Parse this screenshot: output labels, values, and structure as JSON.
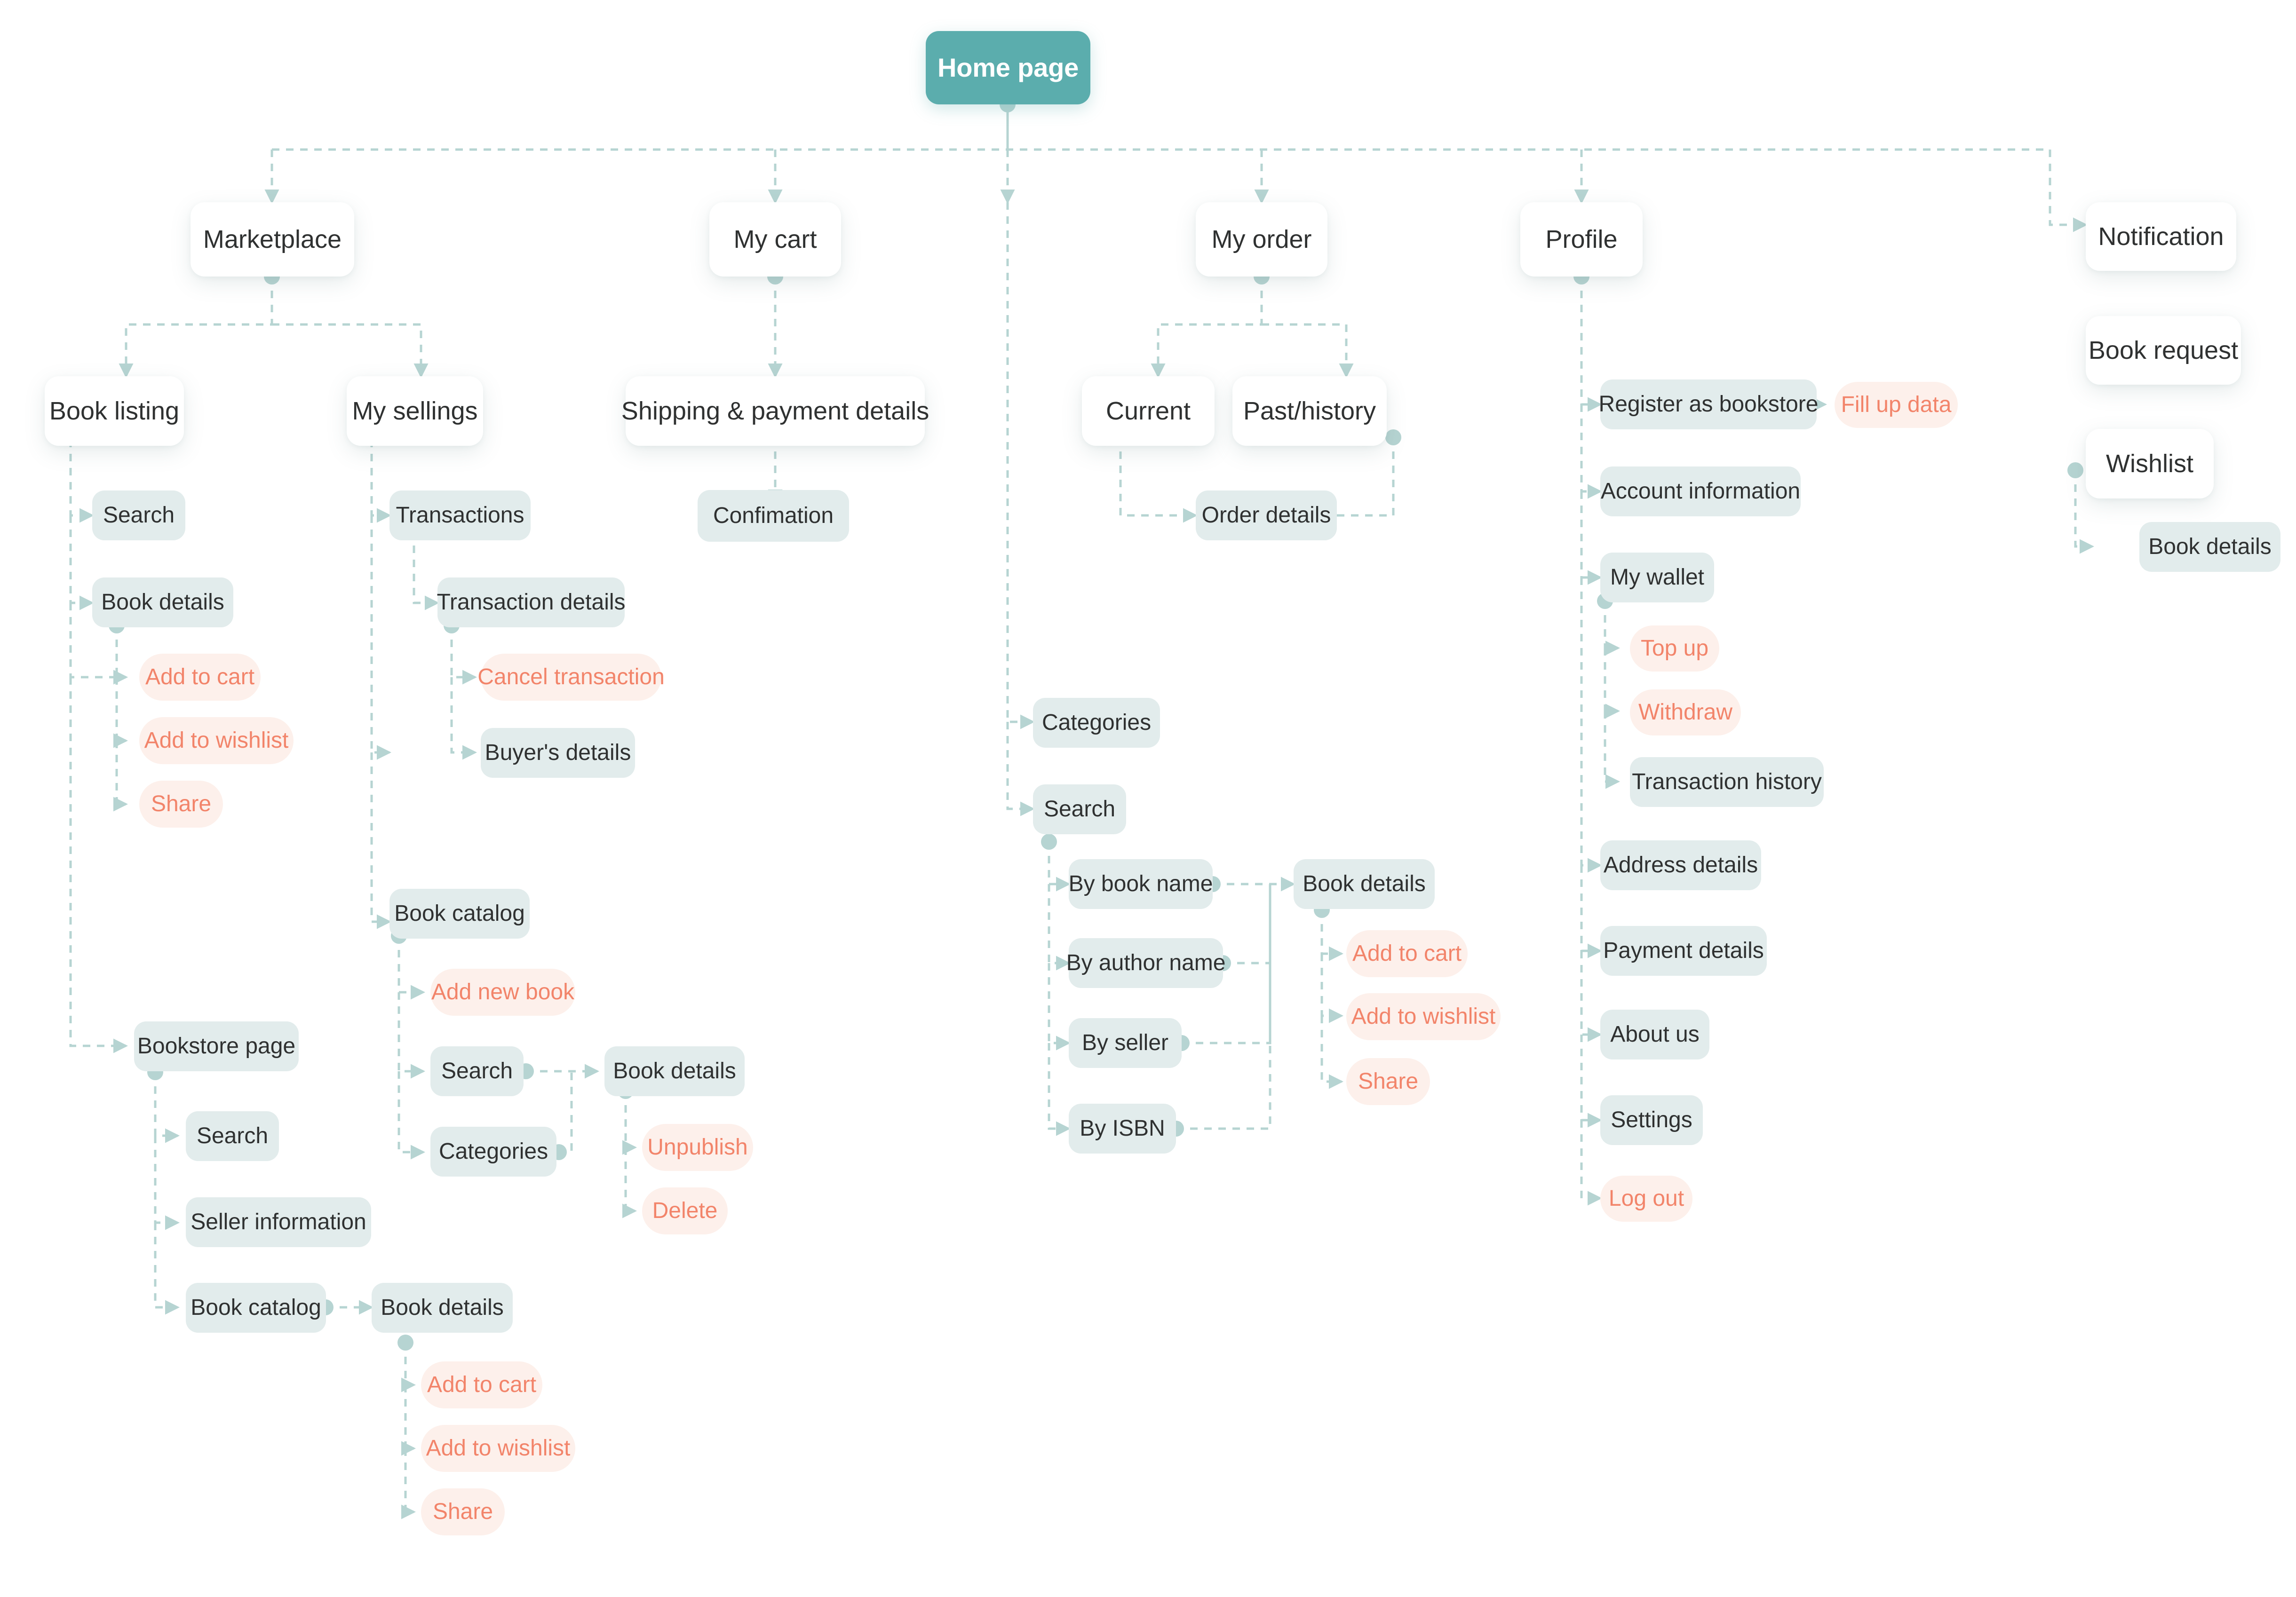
{
  "diagram": {
    "title": "Book marketplace app sitemap",
    "colors": {
      "root_fill": "#5BADAD",
      "root_text": "#FFFFFF",
      "primary_fill": "#FFFFFF",
      "primary_text": "#2F3131",
      "secondary_fill": "#E2ECEC",
      "secondary_text": "#2F3131",
      "action_fill": "#FDF0EB",
      "action_text": "#F2846A",
      "connector": "#B6D4D2",
      "background": "#FFFFFF"
    },
    "legend": {
      "root_kind": "root-screen",
      "primary_kind": "primary-screen",
      "secondary_kind": "sub-screen",
      "action_kind": "action"
    }
  },
  "nodes": {
    "root": {
      "label": "Home page",
      "kind": "root"
    },
    "marketplace": {
      "label": "Marketplace",
      "kind": "primary"
    },
    "my_cart": {
      "label": "My cart",
      "kind": "primary"
    },
    "my_order": {
      "label": "My order",
      "kind": "primary"
    },
    "profile": {
      "label": "Profile",
      "kind": "primary"
    },
    "notification": {
      "label": "Notification",
      "kind": "primary"
    },
    "book_request": {
      "label": "Book request",
      "kind": "primary"
    },
    "wishlist": {
      "label": "Wishlist",
      "kind": "primary"
    },
    "book_listing": {
      "label": "Book listing",
      "kind": "primary"
    },
    "my_sellings": {
      "label": "My sellings",
      "kind": "primary"
    },
    "shipping_payment": {
      "label": "Shipping & payment details",
      "kind": "primary"
    },
    "current": {
      "label": "Current",
      "kind": "primary"
    },
    "past_history": {
      "label": "Past/history",
      "kind": "primary"
    },
    "bl_search": {
      "label": "Search",
      "kind": "secondary"
    },
    "bl_book_details": {
      "label": "Book details",
      "kind": "secondary"
    },
    "bl_add_cart": {
      "label": "Add to cart",
      "kind": "action"
    },
    "bl_add_wishlist": {
      "label": "Add to wishlist",
      "kind": "action"
    },
    "bl_share": {
      "label": "Share",
      "kind": "action"
    },
    "bookstore_page": {
      "label": "Bookstore page",
      "kind": "secondary"
    },
    "bs_search": {
      "label": "Search",
      "kind": "secondary"
    },
    "bs_seller_info": {
      "label": "Seller information",
      "kind": "secondary"
    },
    "bs_book_catalog": {
      "label": "Book catalog",
      "kind": "secondary"
    },
    "bs_book_details": {
      "label": "Book details",
      "kind": "secondary"
    },
    "bs_add_cart": {
      "label": "Add to cart",
      "kind": "action"
    },
    "bs_add_wishlist": {
      "label": "Add to wishlist",
      "kind": "action"
    },
    "bs_share": {
      "label": "Share",
      "kind": "action"
    },
    "transactions": {
      "label": "Transactions",
      "kind": "secondary"
    },
    "transaction_details": {
      "label": "Transaction details",
      "kind": "secondary"
    },
    "cancel_transaction": {
      "label": "Cancel transaction",
      "kind": "action"
    },
    "buyers_details": {
      "label": "Buyer's details",
      "kind": "secondary"
    },
    "ms_book_catalog": {
      "label": "Book catalog",
      "kind": "secondary"
    },
    "ms_add_new_book": {
      "label": "Add new book",
      "kind": "action"
    },
    "ms_search": {
      "label": "Search",
      "kind": "secondary"
    },
    "ms_categories": {
      "label": "Categories",
      "kind": "secondary"
    },
    "ms_book_details": {
      "label": "Book details",
      "kind": "secondary"
    },
    "ms_unpublish": {
      "label": "Unpublish",
      "kind": "action"
    },
    "ms_delete": {
      "label": "Delete",
      "kind": "action"
    },
    "confimation": {
      "label": "Confimation",
      "kind": "secondary"
    },
    "order_details": {
      "label": "Order details",
      "kind": "secondary"
    },
    "mc_categories": {
      "label": "Categories",
      "kind": "secondary"
    },
    "mc_search": {
      "label": "Search",
      "kind": "secondary"
    },
    "by_book_name": {
      "label": "By book name",
      "kind": "secondary"
    },
    "by_author_name": {
      "label": "By author name",
      "kind": "secondary"
    },
    "by_seller": {
      "label": "By seller",
      "kind": "secondary"
    },
    "by_isbn": {
      "label": "By ISBN",
      "kind": "secondary"
    },
    "mc_book_details": {
      "label": "Book details",
      "kind": "secondary"
    },
    "mc_add_cart": {
      "label": "Add to cart",
      "kind": "action"
    },
    "mc_add_wishlist": {
      "label": "Add to wishlist",
      "kind": "action"
    },
    "mc_share": {
      "label": "Share",
      "kind": "action"
    },
    "register_bookstore": {
      "label": "Register as bookstore",
      "kind": "secondary"
    },
    "fill_up_data": {
      "label": "Fill up data",
      "kind": "action"
    },
    "account_information": {
      "label": "Account information",
      "kind": "secondary"
    },
    "my_wallet": {
      "label": "My wallet",
      "kind": "secondary"
    },
    "top_up": {
      "label": "Top up",
      "kind": "action"
    },
    "withdraw": {
      "label": "Withdraw",
      "kind": "action"
    },
    "transaction_history": {
      "label": "Transaction history",
      "kind": "secondary"
    },
    "address_details": {
      "label": "Address details",
      "kind": "secondary"
    },
    "payment_details": {
      "label": "Payment details",
      "kind": "secondary"
    },
    "about_us": {
      "label": "About us",
      "kind": "secondary"
    },
    "settings": {
      "label": "Settings",
      "kind": "secondary"
    },
    "log_out": {
      "label": "Log out",
      "kind": "action"
    },
    "wl_book_details": {
      "label": "Book details",
      "kind": "secondary"
    }
  }
}
